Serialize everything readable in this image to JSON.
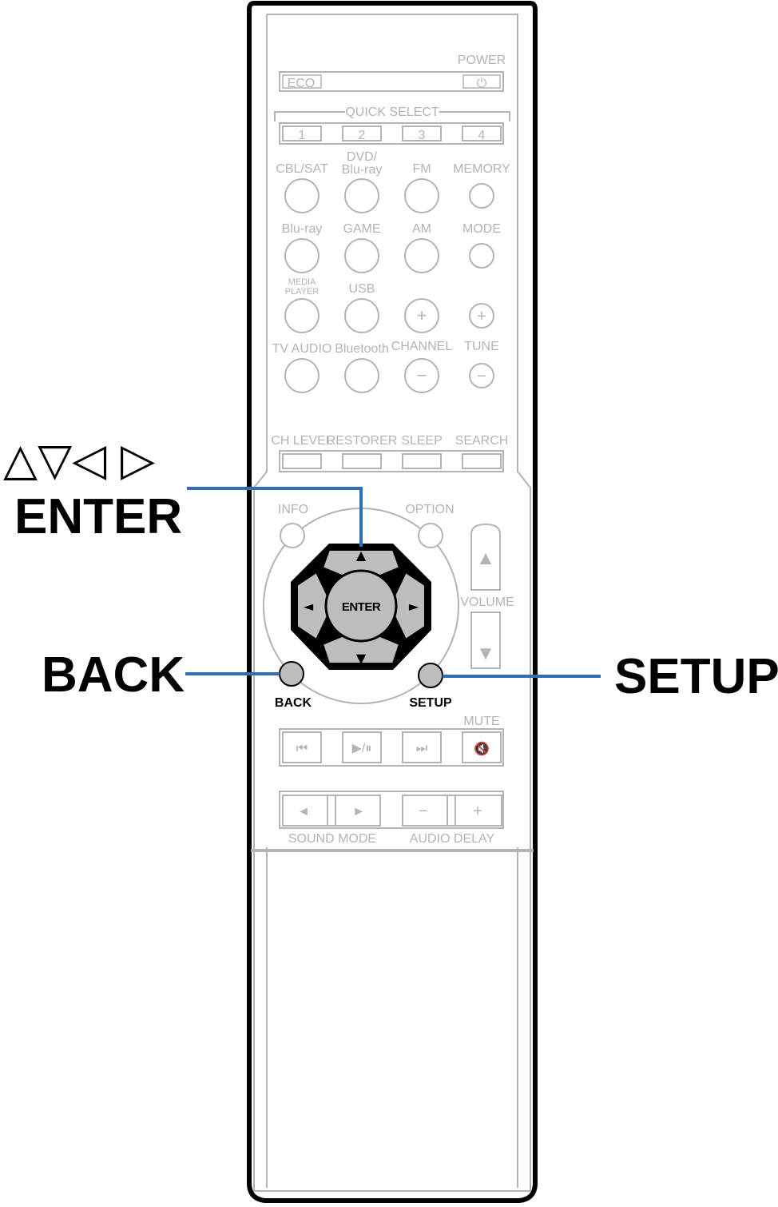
{
  "remote": {
    "eco": "ECO",
    "power": "POWER",
    "power_symbol": "⏻",
    "quick_select": "QUICK SELECT",
    "quick": [
      "1",
      "2",
      "3",
      "4"
    ],
    "row1": [
      "CBL/SAT",
      "DVD/",
      "Blu-ray",
      "FM",
      "MEMORY"
    ],
    "row2": [
      "Blu-ray",
      "GAME",
      "AM",
      "MODE"
    ],
    "row3": [
      "MEDIA",
      "PLAYER",
      "USB"
    ],
    "row4": [
      "TV AUDIO",
      "Bluetooth",
      "CHANNEL",
      "TUNE"
    ],
    "plus": "+",
    "minus": "−",
    "row5": [
      "CH LEVEL",
      "RESTORER",
      "SLEEP",
      "SEARCH"
    ],
    "info": "INFO",
    "option": "OPTION",
    "enter": "ENTER",
    "volume": "VOLUME",
    "back": "BACK",
    "setup": "SETUP",
    "mute": "MUTE",
    "transport": [
      "⏮",
      "▶/⏸",
      "⏭",
      "🔇"
    ],
    "sound_mode": "SOUND MODE",
    "audio_delay": "AUDIO DELAY",
    "arrow_left": "◄",
    "arrow_right": "►",
    "arrow_up": "▲",
    "arrow_down": "▼"
  },
  "callouts": {
    "arrows": "△▽◁ ▷",
    "enter": "ENTER",
    "back": "BACK",
    "setup": "SETUP"
  },
  "colors": {
    "leader": "#2f6fb5",
    "remote_outline": "#000000",
    "inactive": "#b4b4b4",
    "active_button": "#bdbdbd"
  }
}
